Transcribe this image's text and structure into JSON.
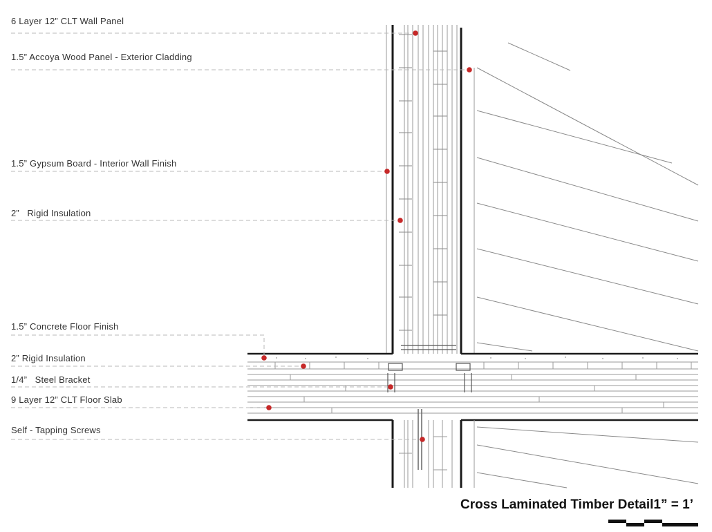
{
  "labels": {
    "clt_wall_panel": "6 Layer 12” CLT Wall Panel",
    "accoya_panel": "1.5” Accoya Wood Panel - Exterior Cladding",
    "gypsum_board": "1.5” Gypsum Board - Interior Wall Finish",
    "rigid_insulation_wall": "2”   Rigid Insulation",
    "concrete_floor": "1.5” Concrete Floor Finish",
    "rigid_insulation_floor": "2” Rigid Insulation",
    "steel_bracket": "1/4”   Steel Bracket",
    "clt_floor_slab": "9 Layer 12” CLT Floor Slab",
    "screws": "Self - Tapping Screws"
  },
  "title": "Cross Laminated Timber Detail1” = 1’",
  "colors": {
    "marker": "#c62828",
    "leader": "#b8b8b8",
    "heavy_line": "#1a1a1a",
    "light_line": "#9a9a9a"
  }
}
